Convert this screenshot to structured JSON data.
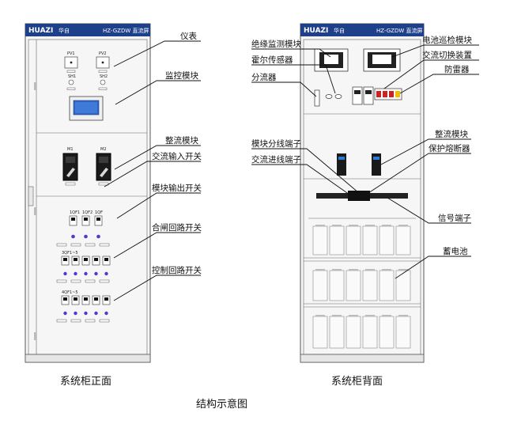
{
  "front": {
    "brand": "HUAZI",
    "brand_cn": "华自",
    "model": "HZ-GZDW 直流屏",
    "meters": [
      "PV1",
      "PV2"
    ],
    "meter_switches": [
      "SH1",
      "SH2"
    ],
    "rectifiers": [
      "M1",
      "M2"
    ],
    "ac_switches": [
      "1QF1",
      "1QF2",
      "1QF"
    ],
    "closing_group": "3QF1~5",
    "control_group": "4QF1~5",
    "labels": {
      "meter": "仪表",
      "monitor": "监控模块",
      "rectifier": "整流模块",
      "ac_input": "交流输入开关",
      "module_output": "模块输出开关",
      "closing_circuit": "合闸回路开关",
      "control_circuit": "控制回路开关"
    },
    "caption": "系统柜正面"
  },
  "back": {
    "brand": "HUAZI",
    "brand_cn": "华自",
    "model": "HZ-GZDW 直流屏",
    "labels": {
      "insulation": "绝缘监测模块",
      "hall_sensor": "霍尔传感器",
      "shunt": "分流器",
      "battery_inspection": "电池巡检模块",
      "ac_switching": "交流切换装置",
      "lightning": "防雷器",
      "module_terminal": "模块分线端子",
      "ac_terminal": "交流进线端子",
      "rectifier": "整流模块",
      "fuse": "保护熔断器",
      "signal_terminal": "信号端子",
      "battery": "蓄电池"
    },
    "caption": "系统柜背面"
  },
  "title": "结构示意图",
  "colors": {
    "header": "#1e3f8a",
    "breaker_dot": "#4a3bd0",
    "accent": "#cc2222",
    "screen": "#2f66c8"
  }
}
